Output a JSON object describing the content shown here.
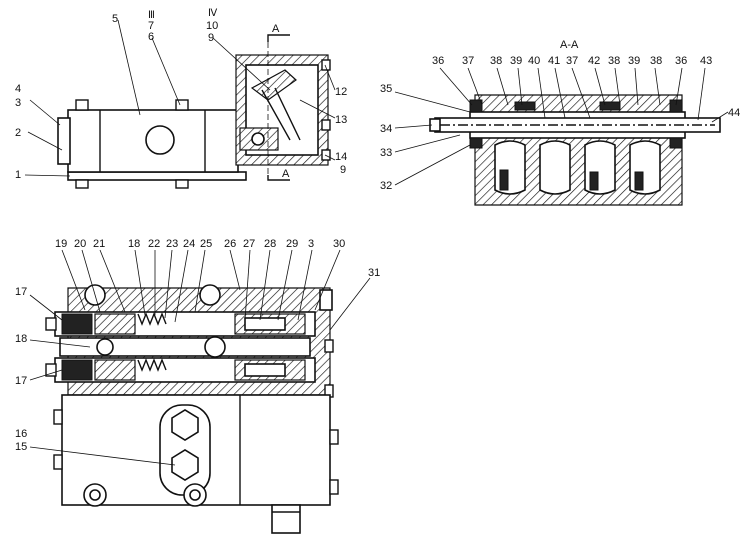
{
  "section_label": "А-А",
  "section_markers": [
    "А",
    "А"
  ],
  "callouts_top_left": [
    "5",
    "Ⅲ",
    "7",
    "6",
    "Ⅳ",
    "10",
    "9",
    "4",
    "3",
    "2",
    "1",
    "12",
    "13",
    "14",
    "9"
  ],
  "callouts_section": [
    "36",
    "37",
    "38",
    "39",
    "40",
    "41",
    "37",
    "42",
    "38",
    "39",
    "38",
    "36",
    "43",
    "35",
    "34",
    "33",
    "32",
    "44"
  ],
  "callouts_bottom": [
    "19",
    "20",
    "21",
    "18",
    "22",
    "23",
    "24",
    "25",
    "26",
    "27",
    "28",
    "29",
    "3",
    "30",
    "31",
    "17",
    "18",
    "17",
    "16",
    "15"
  ]
}
